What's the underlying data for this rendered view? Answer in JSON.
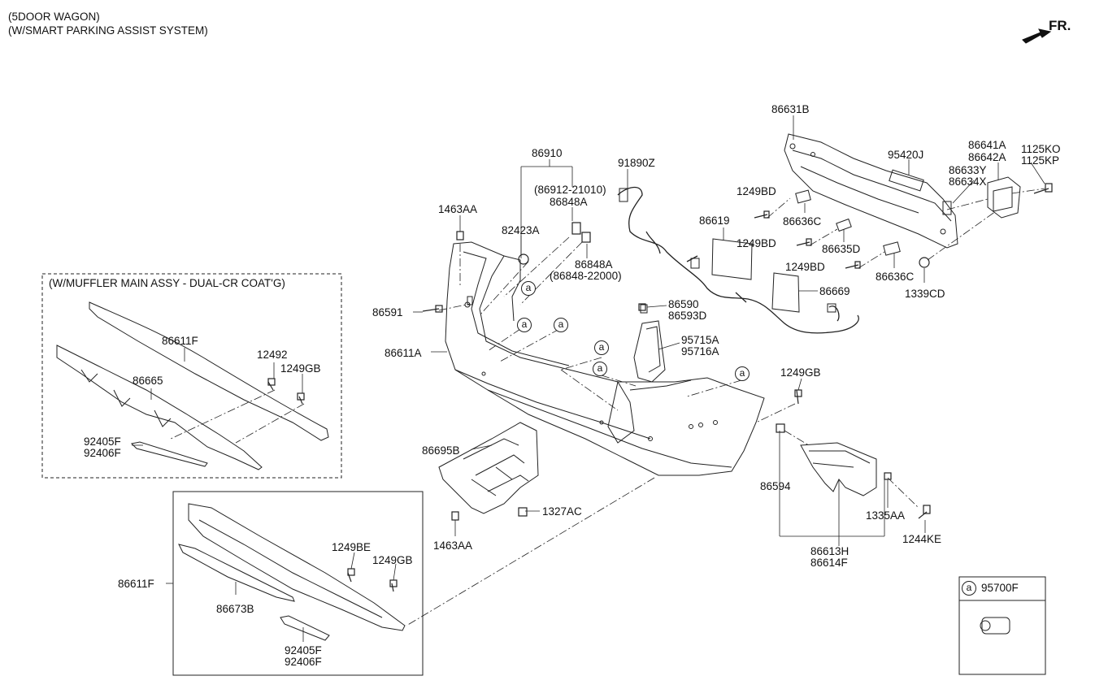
{
  "header": {
    "line1": "(5DOOR WAGON)",
    "line2": "(W/SMART PARKING ASSIST SYSTEM)"
  },
  "direction_label": "FR.",
  "muffler_box": {
    "title": "(W/MUFFLER MAIN ASSY - DUAL-CR COAT'G)"
  },
  "sensor_legend": {
    "marker": "a",
    "part": "95700F"
  },
  "callout_marker": "a",
  "labels": {
    "p86631B": "86631B",
    "p95420J": "95420J",
    "p86641A": "86641A",
    "p86642A": "86642A",
    "p1125KO": "1125KO",
    "p1125KP": "1125KP",
    "p86633Y": "86633Y",
    "p86634X": "86634X",
    "p91890Z": "91890Z",
    "p86910": "86910",
    "p86912": "(86912-21010)",
    "p86848A_1": "86848A",
    "p1249BD_1": "1249BD",
    "p86636C_1": "86636C",
    "p86619": "86619",
    "p1249BD_2": "1249BD",
    "p86635D": "86635D",
    "p1249BD_3": "1249BD",
    "p86636C_2": "86636C",
    "p1339CD": "1339CD",
    "p86669": "86669",
    "p1463AA_1": "1463AA",
    "p82423A": "82423A",
    "p86848A_2": "86848A",
    "p86848_22000": "(86848-22000)",
    "p86590": "86590",
    "p86593D": "86593D",
    "p86591": "86591",
    "p95715A": "95715A",
    "p95716A": "95716A",
    "p86611A": "86611A",
    "p1249GB_main": "1249GB",
    "p86611F_box": "86611F",
    "p12492": "12492",
    "p1249GB_box": "1249GB",
    "p86665": "86665",
    "p92405F_box": "92405F",
    "p92406F_box": "92406F",
    "p86695B": "86695B",
    "p1327AC": "1327AC",
    "p1463AA_2": "1463AA",
    "p86594": "86594",
    "p1335AA": "1335AA",
    "p1244KE": "1244KE",
    "p86613H": "86613H",
    "p86614F": "86614F",
    "p1249BE": "1249BE",
    "p1249GB_low": "1249GB",
    "p86611F_low": "86611F",
    "p86673B": "86673B",
    "p92405F_low": "92405F",
    "p92406F_low": "92406F"
  }
}
